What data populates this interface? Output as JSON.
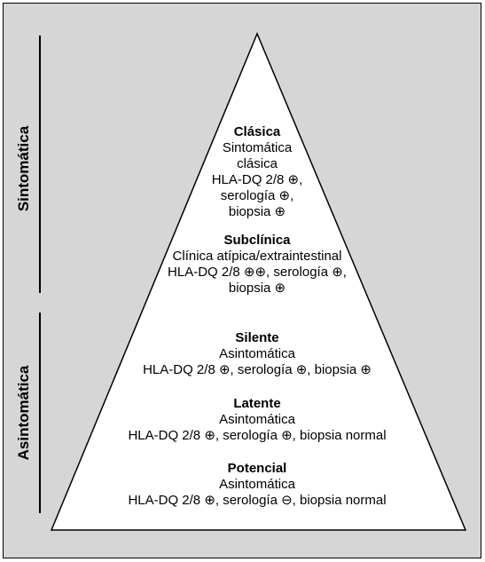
{
  "side_labels": {
    "symptomatic": "Sintomática",
    "asymptomatic": "Asintomática"
  },
  "levels": [
    {
      "title": "Clásica",
      "lines": [
        "Sintomática",
        "clásica",
        "HLA-DQ 2/8 ⊕,",
        "serología ⊕,",
        "biopsia ⊕"
      ]
    },
    {
      "title": "Subclínica",
      "lines": [
        "Clínica atípica/extraintestinal",
        "HLA-DQ 2/8 ⊕⊕, serología ⊕,",
        "biopsia ⊕"
      ]
    },
    {
      "title": "Silente",
      "lines": [
        "Asintomática",
        "HLA-DQ 2/8 ⊕, serología ⊕, biopsia ⊕"
      ]
    },
    {
      "title": "Latente",
      "lines": [
        "Asintomática",
        "HLA-DQ 2/8 ⊕, serología ⊕, biopsia normal"
      ]
    },
    {
      "title": "Potencial",
      "lines": [
        "Asintomática",
        "HLA-DQ 2/8 ⊕, serología ⊖, biopsia normal"
      ]
    }
  ],
  "colors": {
    "background": "#d6d6d6",
    "pyramid_fill": "#ffffff",
    "stroke": "#000000"
  }
}
